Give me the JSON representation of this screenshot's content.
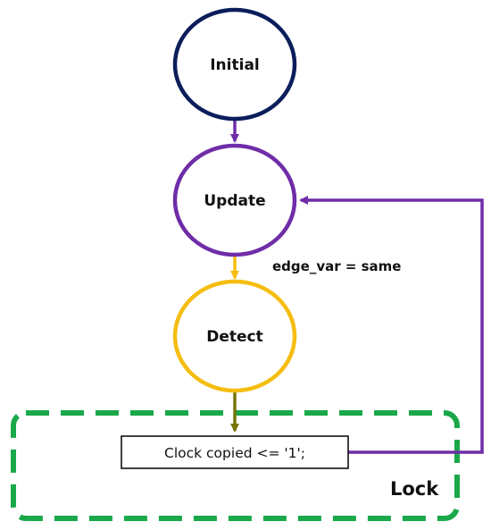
{
  "diagram": {
    "states": {
      "initial": "Initial",
      "update": "Update",
      "detect": "Detect"
    },
    "action_box": "Clock copied <= '1';",
    "transition_condition": "edge_var = same",
    "region_label": "Lock"
  },
  "colors": {
    "initial": "#0b1d5b",
    "update": "#6f2da8",
    "detect": "#f5bd0f",
    "detect_arrow": "#757507",
    "lock_region": "#1aa84a",
    "box_border": "#111111"
  }
}
